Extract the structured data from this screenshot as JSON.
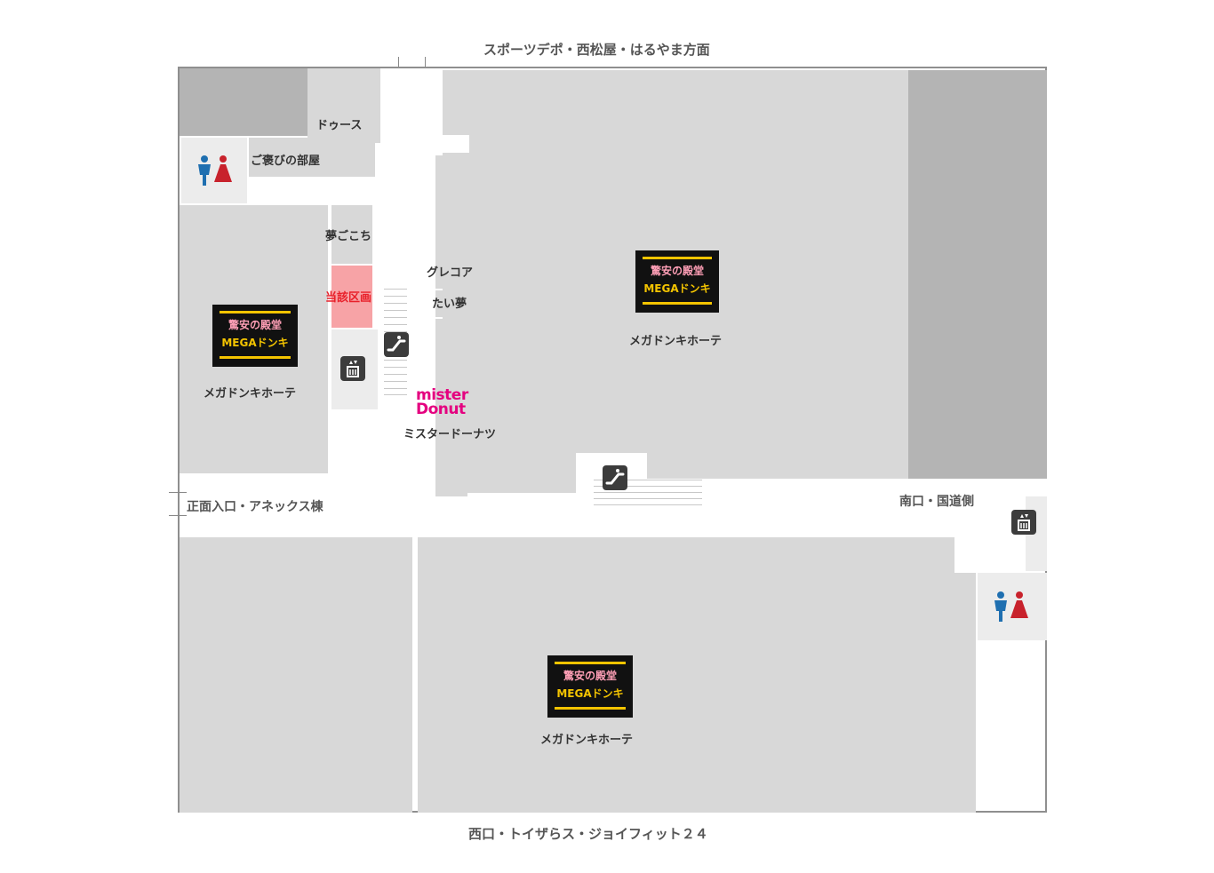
{
  "directions": {
    "north": "スポーツデポ・西松屋・はるやま方面",
    "south": "西口・トイザらス・ジョイフィット２４",
    "west": "正面入口・アネックス棟",
    "east": "南口・国道側"
  },
  "shops": {
    "doos": "ドゥース",
    "gohoubi": "ご褒びの部屋",
    "yumegokochi": "夢ごこち",
    "target": "当該区画",
    "greco": "グレコア",
    "taimu": "たい夢",
    "misterdonut": "ミスタードーナツ",
    "misterdonut_logo_1": "mister",
    "misterdonut_logo_2": "Donut",
    "mega_west": "メガドンキホーテ",
    "mega_east": "メガドンキホーテ",
    "mega_south": "メガドンキホーテ"
  },
  "mega_logo": {
    "line1": "驚安の殿堂",
    "line2": "MEGAドンキ"
  },
  "colors": {
    "shop": "#d8d8d8",
    "dark_block": "#b4b4b4",
    "target": "#f7a3a6",
    "target_text": "#e8202a",
    "misterdonut": "#e4007f",
    "toilet_male": "#1f6fb0",
    "toilet_female": "#c8222c"
  },
  "icons": [
    "elevator-icon",
    "escalator-icon",
    "toilet-icon"
  ]
}
